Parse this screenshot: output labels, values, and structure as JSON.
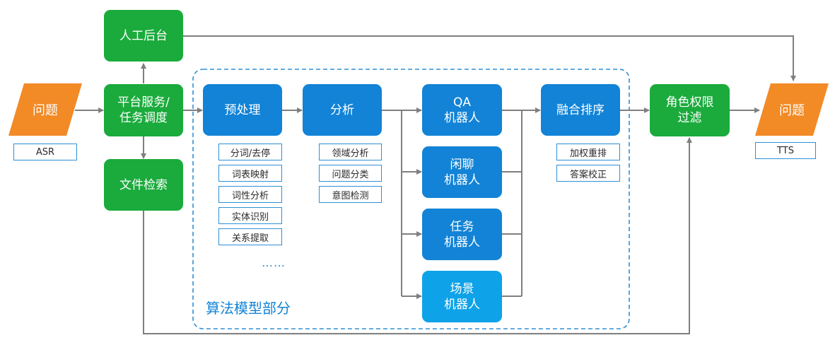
{
  "colors": {
    "input_output": "#f28a26",
    "platform": "#1aab3c",
    "algorithm": "#1283d6",
    "algorithm_light": "#0ea2e8",
    "line": "#7f7f7f",
    "dashed_border": "#2f8fd6"
  },
  "input": {
    "label": "问题",
    "tag": "ASR"
  },
  "output": {
    "label": "问题",
    "tag": "TTS"
  },
  "manual_backend": "人工后台",
  "platform_service": "平台服务/\n任务调度",
  "file_retrieval": "文件检索",
  "role_filter": "角色权限\n过滤",
  "algorithm_section": {
    "title": "算法模型部分",
    "preprocess": {
      "label": "预处理",
      "items": [
        "分词/去停",
        "词表映射",
        "词性分析",
        "实体识别",
        "关系提取"
      ],
      "more": "……"
    },
    "analysis": {
      "label": "分析",
      "items": [
        "领域分析",
        "问题分类",
        "意图检测"
      ]
    },
    "robots": [
      "QA\n机器人",
      "闲聊\n机器人",
      "任务\n机器人",
      "场景\n机器人"
    ],
    "fusion": {
      "label": "融合排序",
      "items": [
        "加权重排",
        "答案校正"
      ]
    }
  }
}
